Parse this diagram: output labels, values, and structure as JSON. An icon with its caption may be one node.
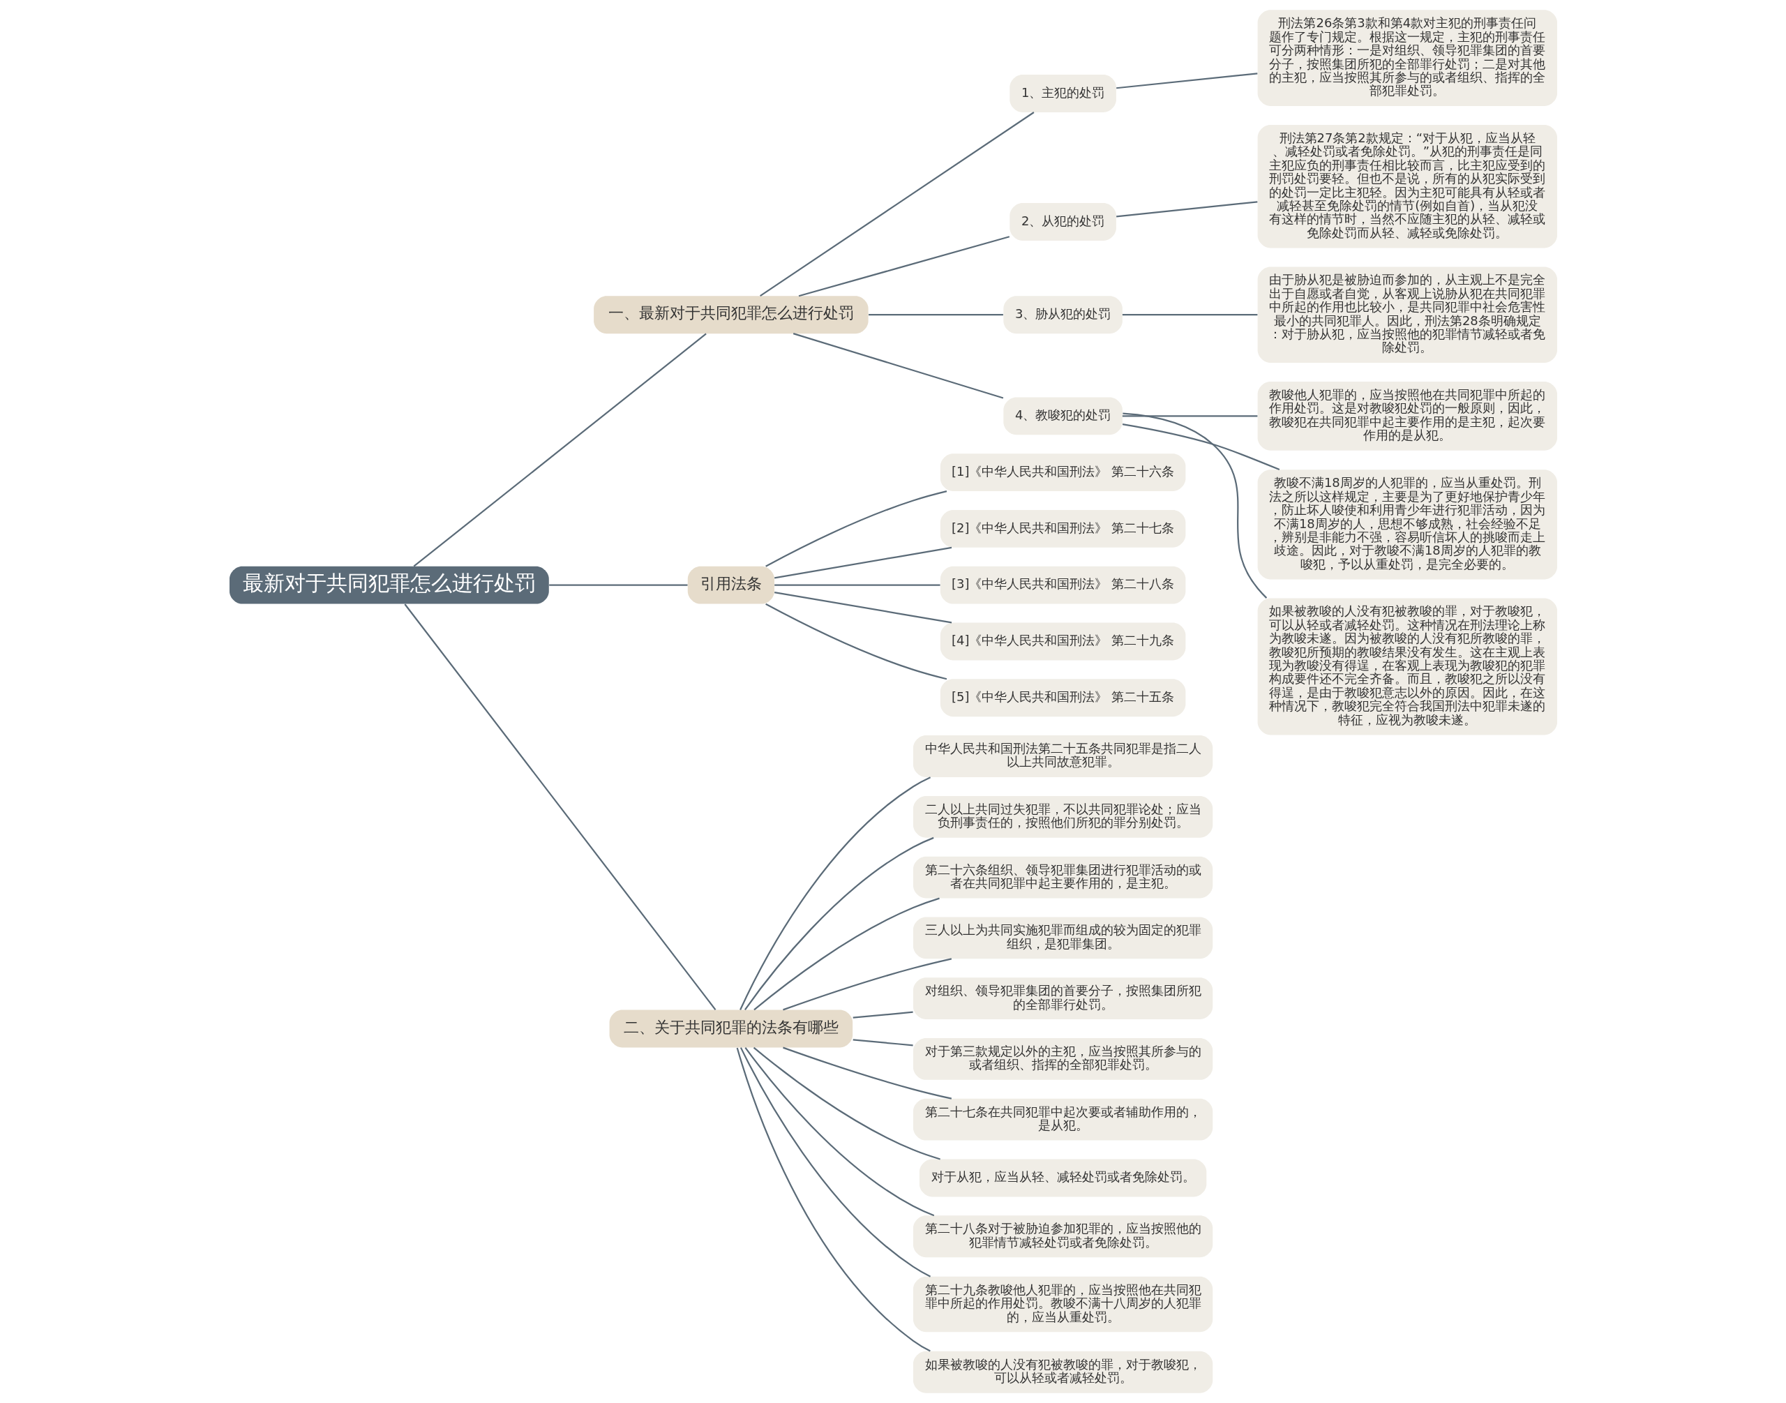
{
  "diagram": {
    "nodes": [
      {
        "text": [
          "最新对于共同犯罪怎么进行处罚"
        ]
      },
      {
        "text": [
          "一、最新对于共同犯罪怎么进行处罚"
        ]
      },
      {
        "text": [
          "1、主犯的处罚"
        ]
      },
      {
        "text": [
          "刑法第26条第3款和第4款对主犯的刑事责任问题作了专门规定。根据这一规定，主犯的刑事责任可分两种情形：一是对组织、领导犯罪集团的首要分子，按照集团所犯的全部罪行处罚；二是对其他的主犯，应当按照其所参与的或者组织、指挥的全部犯罪处罚。"
        ]
      },
      {
        "text": [
          "2、从犯的处罚"
        ]
      },
      {
        "text": [
          "刑法第27条第2款规定：“对于从犯，应当从轻、减轻处罚或者免除处罚。”从犯的刑事责任是同主犯应负的刑事责任相比较而言，比主犯应受到的刑罚处罚要轻。但也不是说，所有的从犯实际受到的处罚一定比主犯轻。因为主犯可能具有从轻或者减轻甚至免除处罚的情节(例如自首)，当从犯没有这样的情节时，当然不应随主犯的从轻、减轻或免除处罚而从轻、减轻或免除处罚。"
        ]
      },
      {
        "text": [
          "3、胁从犯的处罚"
        ]
      },
      {
        "text": [
          "由于胁从犯是被胁迫而参加的，从主观上不是完全出于自愿或者自觉，从客观上说胁从犯在共同犯罪中所起的作用也比较小，是共同犯罪中社会危害性最小的共同犯罪人。因此，刑法第28条明确规定：对于胁从犯，应当按照他的犯罪情节减轻或者免除处罚。"
        ]
      },
      {
        "text": [
          "4、教唆犯的处罚"
        ]
      },
      {
        "text": [
          "教唆他人犯罪的，应当按照他在共同犯罪中所起的作用处罚。这是对教唆犯处罚的一般原则，因此，教唆犯在共同犯罪中起主要作用的是主犯，起次要作用的是从犯。"
        ]
      },
      {
        "text": [
          "教唆不满18周岁的人犯罪的，应当从重处罚。刑法之所以这样规定，主要是为了更好地保护青少年，防止坏人唆使和利用青少年进行犯罪活动，因为不满18周岁的人，思想不够成熟，社会经验不足，辨别是非能力不强，容易听信坏人的挑唆而走上歧途。因此，对于教唆不满18周岁的人犯罪的教唆犯，予以从重处罚，是完全必要的。"
        ]
      },
      {
        "text": [
          "如果被教唆的人没有犯被教唆的罪，对于教唆犯，可以从轻或者减轻处罚。这种情况在刑法理论上称为教唆未遂。因为被教唆的人没有犯所教唆的罪，教唆犯所预期的教唆结果没有发生。这在主观上表现为教唆没有得逞，在客观上表现为教唆犯的犯罪构成要件还不完全齐备。而且，教唆犯之所以没有得逞，是由于教唆犯意志以外的原因。因此，在这种情况下，教唆犯完全符合我国刑法中犯罪未遂的特征，应视为教唆未遂。"
        ]
      },
      {
        "text": [
          "引用法条"
        ]
      },
      {
        "text": [
          "[1]《中华人民共和国刑法》 第二十六条"
        ]
      },
      {
        "text": [
          "[2]《中华人民共和国刑法》 第二十七条"
        ]
      },
      {
        "text": [
          "[3]《中华人民共和国刑法》 第二十八条"
        ]
      },
      {
        "text": [
          "[4]《中华人民共和国刑法》 第二十九条"
        ]
      },
      {
        "text": [
          "[5]《中华人民共和国刑法》 第二十五条"
        ]
      },
      {
        "text": [
          "二、关于共同犯罪的法条有哪些"
        ]
      },
      {
        "text": [
          "中华人民共和国刑法第二十五条共同犯罪是指二人以上共同故意犯罪。"
        ]
      },
      {
        "text": [
          "二人以上共同过失犯罪，不以共同犯罪论处；应当负刑事责任的，按照他们所犯的罪分别处罚。"
        ]
      },
      {
        "text": [
          "第二十六条组织、领导犯罪集团进行犯罪活动的或者在共同犯罪中起主要作用的，是主犯。"
        ]
      },
      {
        "text": [
          "三人以上为共同实施犯罪而组成的较为固定的犯罪组织，是犯罪集团。"
        ]
      },
      {
        "text": [
          "对组织、领导犯罪集团的首要分子，按照集团所犯的全部罪行处罚。"
        ]
      },
      {
        "text": [
          "对于第三款规定以外的主犯，应当按照其所参与的或者组织、指挥的全部犯罪处罚。"
        ]
      },
      {
        "text": [
          "第二十七条在共同犯罪中起次要或者辅助作用的，是从犯。"
        ]
      },
      {
        "text": [
          "对于从犯，应当从轻、减轻处罚或者免除处罚。"
        ]
      },
      {
        "text": [
          "第二十八条对于被胁迫参加犯罪的，应当按照他的犯罪情节减轻处罚或者免除处罚。"
        ]
      },
      {
        "text": [
          "第二十九条教唆他人犯罪的，应当按照他在共同犯罪中所起的作用处罚。教唆不满十八周岁的人犯罪的，应当从重处罚。"
        ]
      },
      {
        "text": [
          "如果被教唆的人没有犯被教唆的罪，对于教唆犯，可以从轻或者减轻处罚。"
        ]
      }
    ],
    "edges": [
      {
        "from": 0,
        "to": 1,
        "arrow": "none"
      },
      {
        "from": 1,
        "to": 2,
        "arrow": "none"
      },
      {
        "from": 2,
        "to": 3,
        "arrow": "none"
      },
      {
        "from": 1,
        "to": 4,
        "arrow": "none"
      },
      {
        "from": 4,
        "to": 5,
        "arrow": "none"
      },
      {
        "from": 1,
        "to": 6,
        "arrow": "none"
      },
      {
        "from": 6,
        "to": 7,
        "arrow": "none"
      },
      {
        "from": 1,
        "to": 8,
        "arrow": "none"
      },
      {
        "from": 8,
        "to": 9,
        "arrow": "none"
      },
      {
        "from": 8,
        "to": 10,
        "arrow": "none"
      },
      {
        "from": 8,
        "to": 11,
        "arrow": "none"
      },
      {
        "from": 0,
        "to": 12,
        "arrow": "none"
      },
      {
        "from": 12,
        "to": 13,
        "arrow": "none"
      },
      {
        "from": 12,
        "to": 14,
        "arrow": "none"
      },
      {
        "from": 12,
        "to": 15,
        "arrow": "none"
      },
      {
        "from": 12,
        "to": 16,
        "arrow": "none"
      },
      {
        "from": 12,
        "to": 17,
        "arrow": "none"
      },
      {
        "from": 0,
        "to": 18,
        "arrow": "none"
      },
      {
        "from": 18,
        "to": 19,
        "arrow": "none"
      },
      {
        "from": 18,
        "to": 20,
        "arrow": "none"
      },
      {
        "from": 18,
        "to": 21,
        "arrow": "none"
      },
      {
        "from": 18,
        "to": 22,
        "arrow": "none"
      },
      {
        "from": 18,
        "to": 23,
        "arrow": "none"
      },
      {
        "from": 18,
        "to": 24,
        "arrow": "none"
      },
      {
        "from": 18,
        "to": 25,
        "arrow": "none"
      },
      {
        "from": 18,
        "to": 26,
        "arrow": "none"
      },
      {
        "from": 18,
        "to": 27,
        "arrow": "none"
      },
      {
        "from": 18,
        "to": 28,
        "arrow": "none"
      },
      {
        "from": 18,
        "to": 29,
        "arrow": "none"
      }
    ]
  }
}
